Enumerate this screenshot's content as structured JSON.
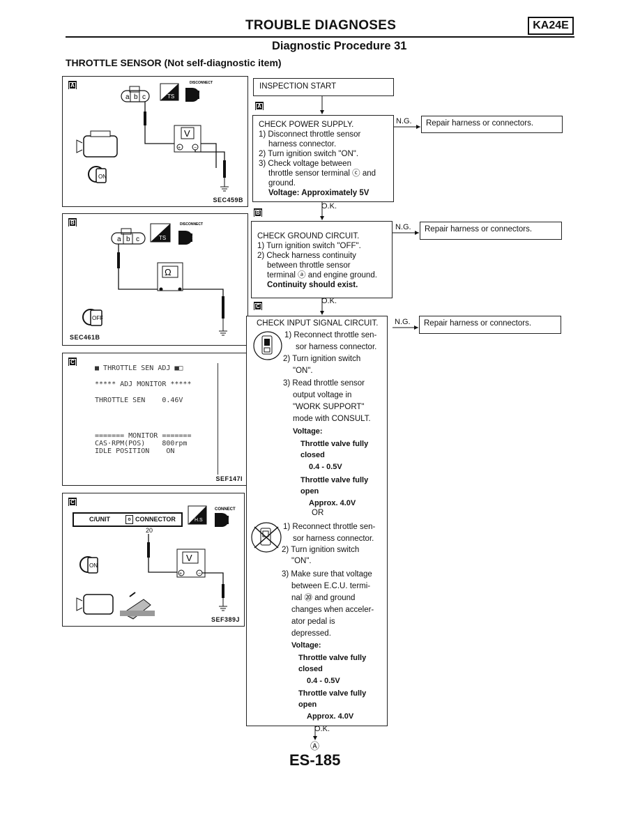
{
  "header": {
    "title": "TROUBLE DIAGNOSES",
    "code": "KA24E",
    "subtitle": "Diagnostic Procedure 31"
  },
  "section_title": "THROTTLE SENSOR (Not self-diagnostic item)",
  "figures": {
    "a": {
      "badge": "A",
      "code": "SEC459B",
      "connector": [
        "a",
        "b",
        "c"
      ],
      "label_disconnect": "DISCONNECT",
      "label_ts": "TS",
      "meter": "V",
      "key": "ON"
    },
    "b": {
      "badge": "B",
      "code": "SEC461B",
      "connector": [
        "a",
        "b",
        "c"
      ],
      "label_disconnect": "DISCONNECT",
      "label_ts": "TS",
      "meter": "Ω",
      "key": "OFF"
    },
    "c": {
      "badge": "C",
      "code": "SEF147I",
      "lcd": {
        "title": "THROTTLE SEN ADJ",
        "line1": "***** ADJ MONITOR *****",
        "line2": "THROTTLE SEN    0.46V",
        "line3": "======= MONITOR =======",
        "line4": "CAS·RPM(POS)    800rpm",
        "line5": "IDLE POSITION    ON"
      }
    },
    "d": {
      "badge": "C",
      "code": "SEF389J",
      "unit": "C/UNIT",
      "connector": "CONNECTOR",
      "pin": "20",
      "label_connect": "CONNECT",
      "label_hs": "H.S",
      "meter": "V",
      "key": "ON"
    }
  },
  "flow": {
    "start": "INSPECTION START",
    "badge_a": "A",
    "badge_b": "B",
    "badge_c": "C",
    "step1": {
      "title": "CHECK POWER SUPPLY.",
      "lines": [
        "1) Disconnect throttle sensor",
        "harness connector.",
        "2) Turn ignition switch \"ON\".",
        "3) Check voltage between",
        "throttle sensor terminal ⓒ and",
        "ground."
      ],
      "result": "Voltage: Approximately 5V"
    },
    "step2": {
      "title": "CHECK GROUND CIRCUIT.",
      "lines": [
        "1) Turn ignition switch \"OFF\".",
        "2) Check harness continuity",
        "between throttle sensor",
        "terminal ⓐ and engine ground."
      ],
      "result": "Continuity should exist."
    },
    "step3": {
      "title": "CHECK INPUT SIGNAL CIRCUIT.",
      "a_lines": [
        "1) Reconnect throttle sen-",
        "sor harness connector.",
        "2) Turn ignition switch",
        "\"ON\".",
        "3) Read throttle sensor",
        "output voltage in",
        "\"WORK SUPPORT\"",
        "mode with CONSULT."
      ],
      "a_voltage": "Voltage:",
      "a_closed": "Throttle valve fully",
      "a_closed2": "closed",
      "a_closed_v": "0.4 - 0.5V",
      "a_open": "Throttle valve fully",
      "a_open2": "open",
      "a_open_v": "Approx. 4.0V",
      "or": "OR",
      "b_lines": [
        "1) Reconnect throttle sen-",
        "sor harness connector.",
        "2) Turn ignition switch",
        "\"ON\".",
        "3) Make sure that voltage",
        "between E.C.U. termi-",
        "nal ⑳ and ground",
        "changes when acceler-",
        "ator pedal is",
        "depressed."
      ],
      "b_voltage": "Voltage:",
      "b_closed": "Throttle valve fully",
      "b_closed2": "closed",
      "b_closed_v": "0.4 - 0.5V",
      "b_open": "Throttle valve fully",
      "b_open2": "open",
      "b_open_v": "Approx. 4.0V"
    },
    "ng": "N.G.",
    "ok": "O.K.",
    "repair": "Repair harness or connectors.",
    "end": "Ⓐ"
  },
  "footer": "ES-185"
}
